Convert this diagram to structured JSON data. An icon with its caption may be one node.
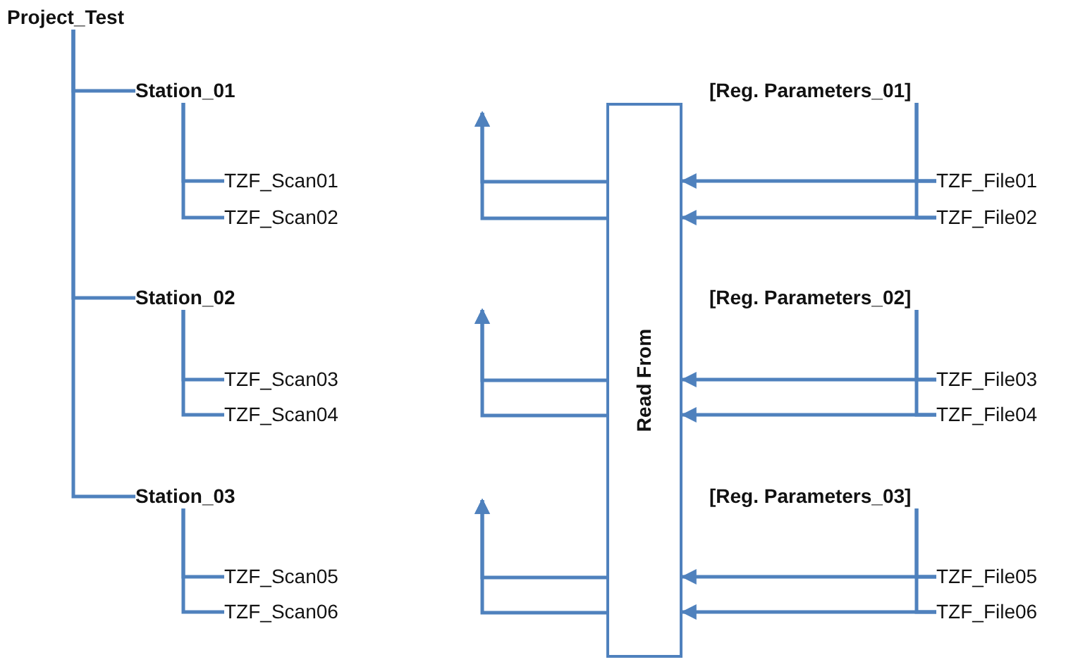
{
  "diagram": {
    "nodes": [
      {
        "text": [
          "Project_Test"
        ]
      },
      {
        "text": [
          "Station_01"
        ]
      },
      {
        "text": [
          "TZF_Scan01"
        ]
      },
      {
        "text": [
          "TZF_Scan02"
        ]
      },
      {
        "text": [
          "Station_02"
        ]
      },
      {
        "text": [
          "TZF_Scan03"
        ]
      },
      {
        "text": [
          "TZF_Scan04"
        ]
      },
      {
        "text": [
          "Station_03"
        ]
      },
      {
        "text": [
          "TZF_Scan05"
        ]
      },
      {
        "text": [
          "TZF_Scan06"
        ]
      },
      {
        "text": [
          "Read From"
        ]
      },
      {
        "text": [
          "[Reg. Parameters_01]"
        ]
      },
      {
        "text": [
          "TZF_File01"
        ]
      },
      {
        "text": [
          "TZF_File02"
        ]
      },
      {
        "text": [
          "[Reg. Parameters_02]"
        ]
      },
      {
        "text": [
          "TZF_File03"
        ]
      },
      {
        "text": [
          "TZF_File04"
        ]
      },
      {
        "text": [
          "[Reg. Parameters_03]"
        ]
      },
      {
        "text": [
          "TZF_File05"
        ]
      },
      {
        "text": [
          "TZF_File06"
        ]
      }
    ],
    "edges": [
      {
        "from": 0,
        "to": 1,
        "arrow": "none"
      },
      {
        "from": 0,
        "to": 4,
        "arrow": "none"
      },
      {
        "from": 0,
        "to": 7,
        "arrow": "none"
      },
      {
        "from": 1,
        "to": 2,
        "arrow": "none"
      },
      {
        "from": 1,
        "to": 3,
        "arrow": "none"
      },
      {
        "from": 4,
        "to": 5,
        "arrow": "none"
      },
      {
        "from": 4,
        "to": 6,
        "arrow": "none"
      },
      {
        "from": 7,
        "to": 8,
        "arrow": "none"
      },
      {
        "from": 7,
        "to": 9,
        "arrow": "none"
      },
      {
        "from": 11,
        "to": 12,
        "arrow": "none"
      },
      {
        "from": 11,
        "to": 13,
        "arrow": "none"
      },
      {
        "from": 14,
        "to": 15,
        "arrow": "none"
      },
      {
        "from": 14,
        "to": 16,
        "arrow": "none"
      },
      {
        "from": 17,
        "to": 18,
        "arrow": "none"
      },
      {
        "from": 17,
        "to": 19,
        "arrow": "none"
      },
      {
        "from": 12,
        "to": 10,
        "arrow": "to"
      },
      {
        "from": 13,
        "to": 10,
        "arrow": "to"
      },
      {
        "from": 15,
        "to": 10,
        "arrow": "to"
      },
      {
        "from": 16,
        "to": 10,
        "arrow": "to"
      },
      {
        "from": 18,
        "to": 10,
        "arrow": "to"
      },
      {
        "from": 19,
        "to": 10,
        "arrow": "to"
      },
      {
        "from": 10,
        "to": null,
        "arrow": "to"
      },
      {
        "from": 10,
        "to": null,
        "arrow": "to"
      },
      {
        "from": 10,
        "to": null,
        "arrow": "to"
      },
      {
        "from": 10,
        "to": null,
        "arrow": "to"
      },
      {
        "from": 10,
        "to": null,
        "arrow": "to"
      },
      {
        "from": 10,
        "to": null,
        "arrow": "to"
      }
    ]
  }
}
